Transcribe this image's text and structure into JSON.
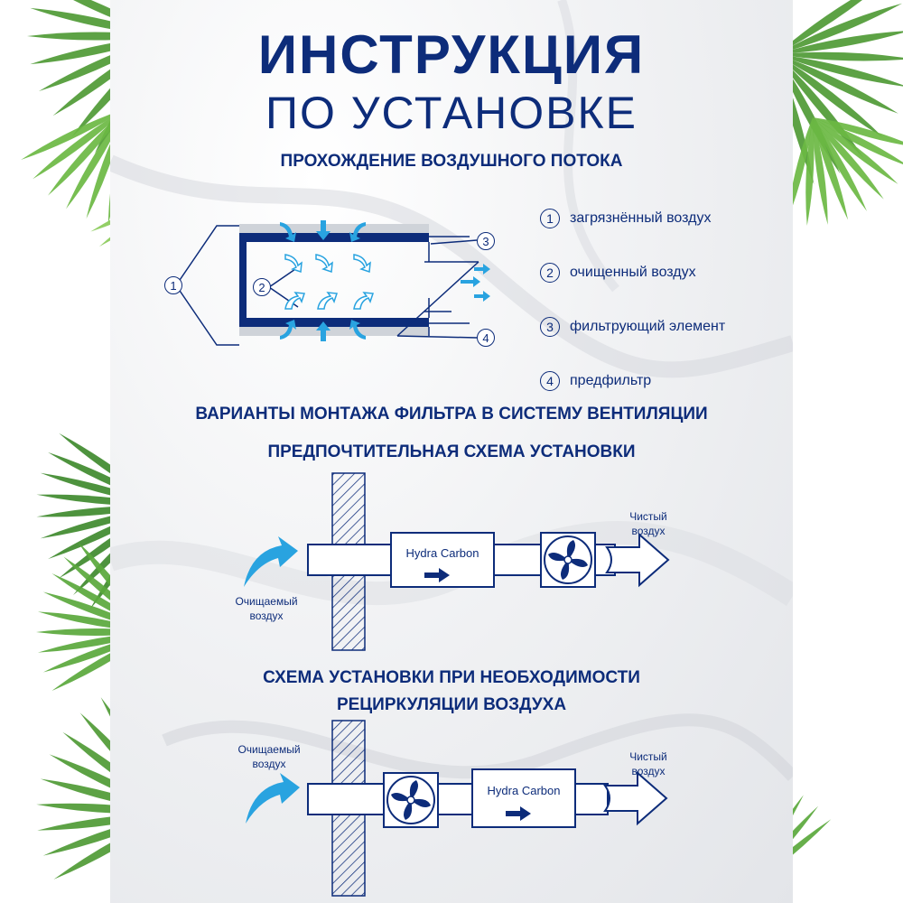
{
  "header": {
    "title_line1": "ИНСТРУКЦИЯ",
    "title_line2": "ПО УСТАНОВКЕ",
    "subtitle": "ПРОХОЖДЕНИЕ ВОЗДУШНОГО ПОТОКА"
  },
  "legend": [
    {
      "num": "1",
      "label": "загрязнённый воздух"
    },
    {
      "num": "2",
      "label": "очищенный воздух"
    },
    {
      "num": "3",
      "label": "фильтрующий элемент"
    },
    {
      "num": "4",
      "label": "предфильтр"
    }
  ],
  "diagram_numbers": {
    "n1": "1",
    "n2": "2",
    "n3": "3",
    "n4": "4"
  },
  "section_mount": "ВАРИАНТЫ МОНТАЖА ФИЛЬТРА В СИСТЕМУ ВЕНТИЛЯЦИИ",
  "section_preferred": "ПРЕДПОЧТИТЕЛЬНАЯ СХЕМА УСТАНОВКИ",
  "section_recirc_line1": "СХЕМА УСТАНОВКИ ПРИ НЕОБХОДИМОСТИ",
  "section_recirc_line2": "РЕЦИРКУЛЯЦИИ ВОЗДУХА",
  "scheme1": {
    "in_label_line1": "Очищаемый",
    "in_label_line2": "воздух",
    "out_label_line1": "Чистый",
    "out_label_line2": "воздух",
    "filter_brand": "Hydra Carbon"
  },
  "scheme2": {
    "in_label_line1": "Очищаемый",
    "in_label_line2": "воздух",
    "out_label_line1": "Чистый",
    "out_label_line2": "воздух",
    "filter_brand": "Hydra Carbon"
  },
  "colors": {
    "navy": "#0d2c7a",
    "accent_blue": "#29a3e0",
    "palm_green": "#5aa83c"
  },
  "icons": [
    "palm-leaf-icon",
    "fan-icon",
    "curved-arrow-icon",
    "outline-arrow-icon"
  ]
}
